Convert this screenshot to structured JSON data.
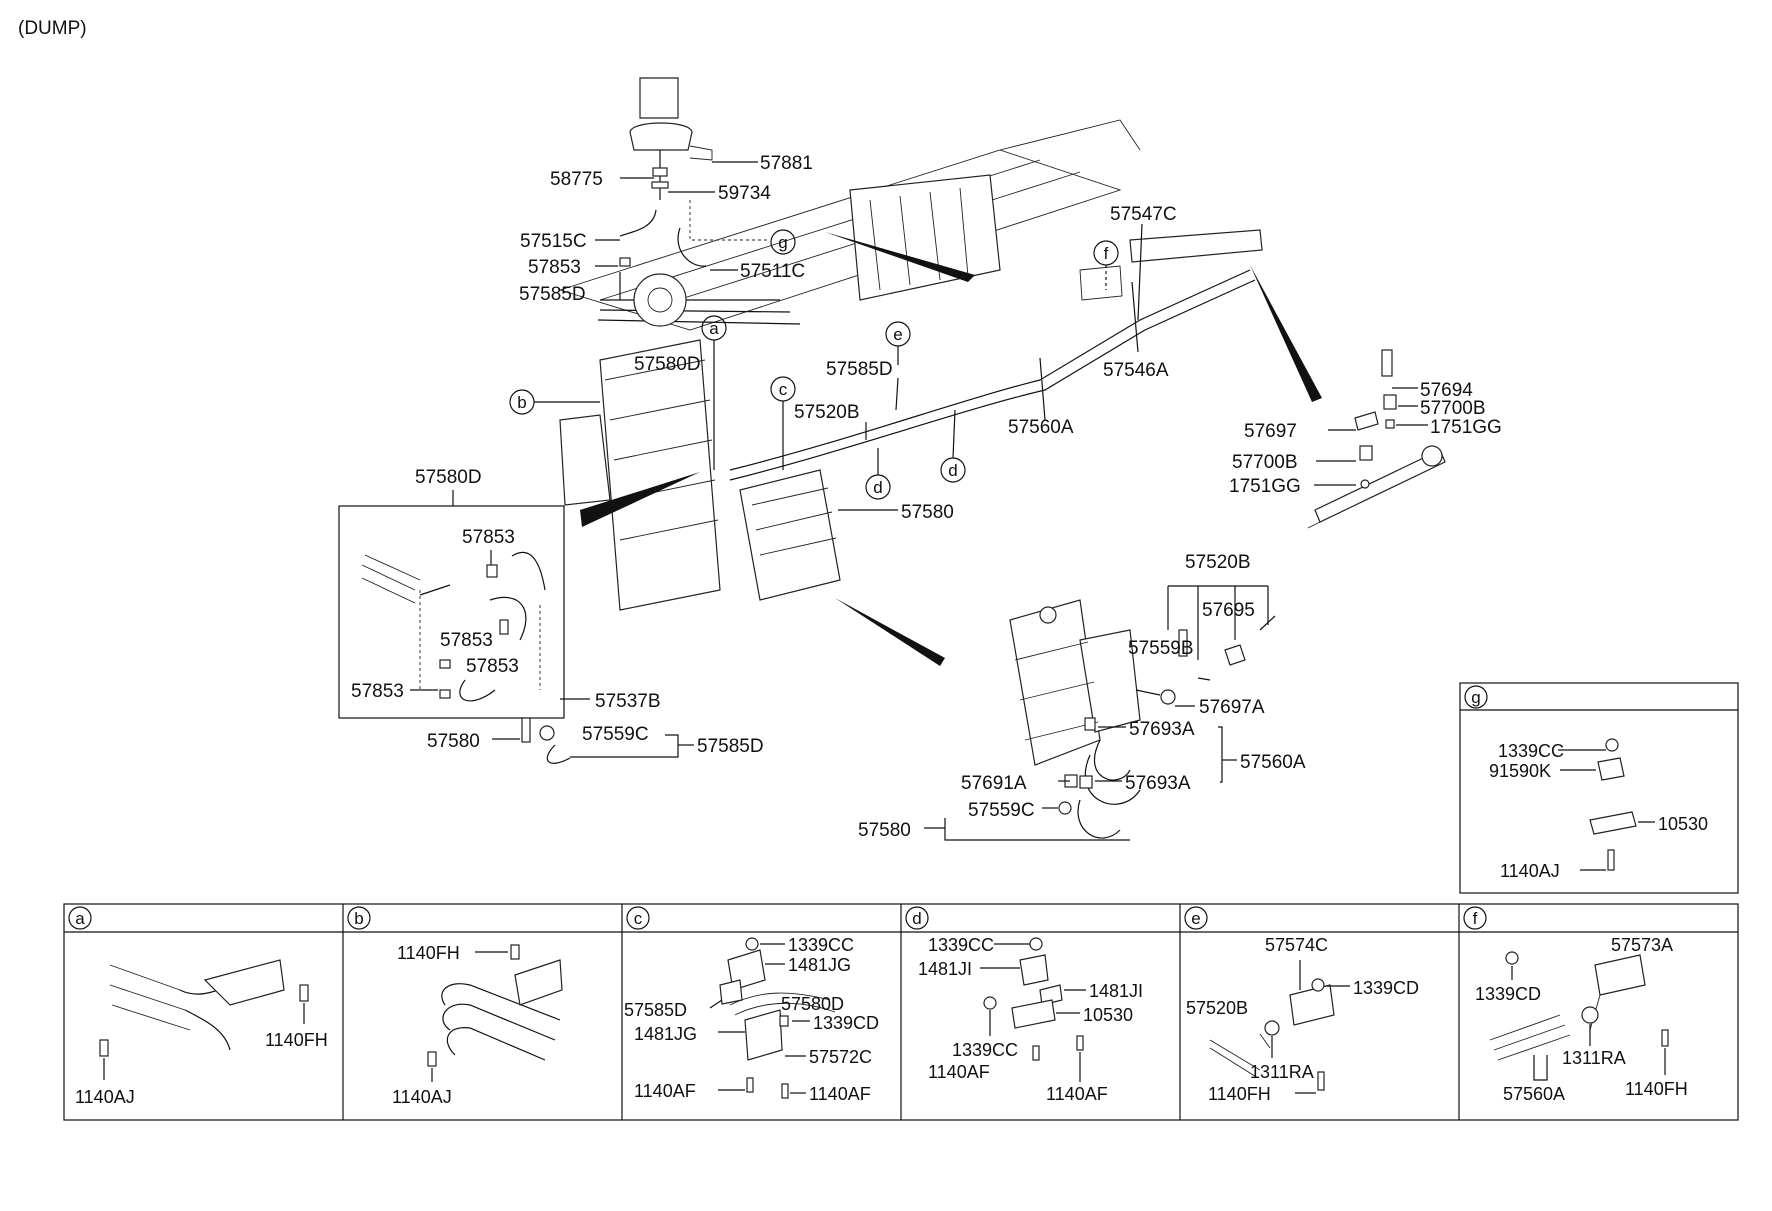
{
  "page": {
    "tag": "(DUMP)"
  },
  "labels": {
    "l_57881": "57881",
    "l_58775": "58775",
    "l_59734": "59734",
    "l_57515C": "57515C",
    "l_57853_top": "57853",
    "l_57585D_top": "57585D",
    "l_57511C": "57511C",
    "l_57547C": "57547C",
    "l_57580D_main": "57580D",
    "l_57585D_mid": "57585D",
    "l_57520B_mid": "57520B",
    "l_57546A": "57546A",
    "l_57560A_mid": "57560A",
    "l_57580_mid": "57580",
    "l_57694": "57694",
    "l_57700B_1": "57700B",
    "l_57697": "57697",
    "l_1751GG_1": "1751GG",
    "l_57700B_2": "57700B",
    "l_1751GG_2": "1751GG",
    "l_57580D_box": "57580D",
    "l_57853_a": "57853",
    "l_57853_b": "57853",
    "l_57853_c": "57853",
    "l_57853_d": "57853",
    "l_57537B": "57537B",
    "l_57580_box": "57580",
    "l_57559C_box": "57559C",
    "l_57585D_box": "57585D",
    "l_57520B_gear": "57520B",
    "l_57695": "57695",
    "l_57559B": "57559B",
    "l_57697A": "57697A",
    "l_57693A_1": "57693A",
    "l_57560A_gear": "57560A",
    "l_57691A": "57691A",
    "l_57693A_2": "57693A",
    "l_57559C_gear": "57559C",
    "l_57580_gear": "57580"
  },
  "callouts": [
    "a",
    "b",
    "c",
    "d",
    "e",
    "f",
    "g"
  ],
  "detail_g": {
    "letter": "g",
    "labels": [
      "1339CC",
      "91590K",
      "10530",
      "1140AJ"
    ]
  },
  "detail_panels": [
    {
      "letter": "a",
      "labels": [
        "1140FH",
        "1140AJ"
      ]
    },
    {
      "letter": "b",
      "labels": [
        "1140FH",
        "1140AJ"
      ]
    },
    {
      "letter": "c",
      "labels": [
        "1339CC",
        "1481JG",
        "57585D",
        "57580D",
        "1339CD",
        "1481JG",
        "57572C",
        "1140AF",
        "1140AF"
      ]
    },
    {
      "letter": "d",
      "labels": [
        "1339CC",
        "1481JI",
        "1481JI",
        "10530",
        "1339CC",
        "1140AF",
        "1140AF"
      ]
    },
    {
      "letter": "e",
      "labels": [
        "57574C",
        "1339CD",
        "57520B",
        "1311RA",
        "1140FH"
      ]
    },
    {
      "letter": "f",
      "labels": [
        "57573A",
        "1339CD",
        "1311RA",
        "57560A",
        "1140FH"
      ]
    }
  ]
}
